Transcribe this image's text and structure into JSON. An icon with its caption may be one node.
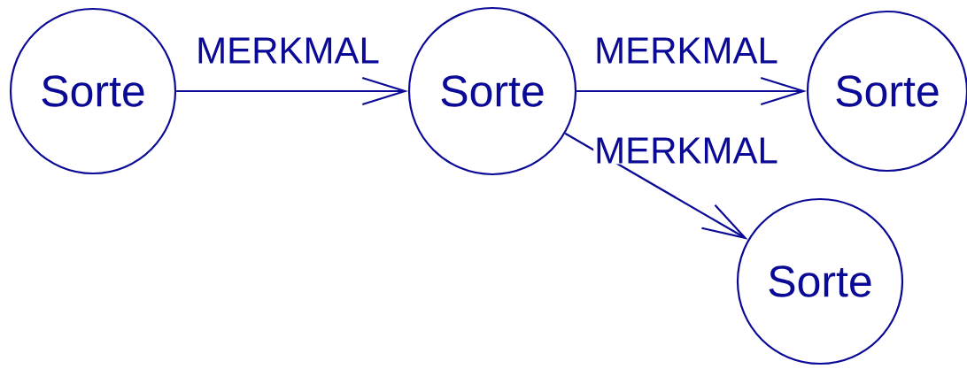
{
  "diagram": {
    "nodes": [
      {
        "text": [
          "Sorte"
        ]
      },
      {
        "text": [
          "Sorte"
        ]
      },
      {
        "text": [
          "Sorte"
        ]
      },
      {
        "text": [
          "Sorte"
        ]
      }
    ],
    "edges": [
      {
        "from": 0,
        "to": 1,
        "arrow": "to",
        "label": "MERKMAL"
      },
      {
        "from": 1,
        "to": 2,
        "arrow": "to",
        "label": "MERKMAL"
      },
      {
        "from": 1,
        "to": 3,
        "arrow": "to",
        "label": "MERKMAL"
      }
    ]
  }
}
